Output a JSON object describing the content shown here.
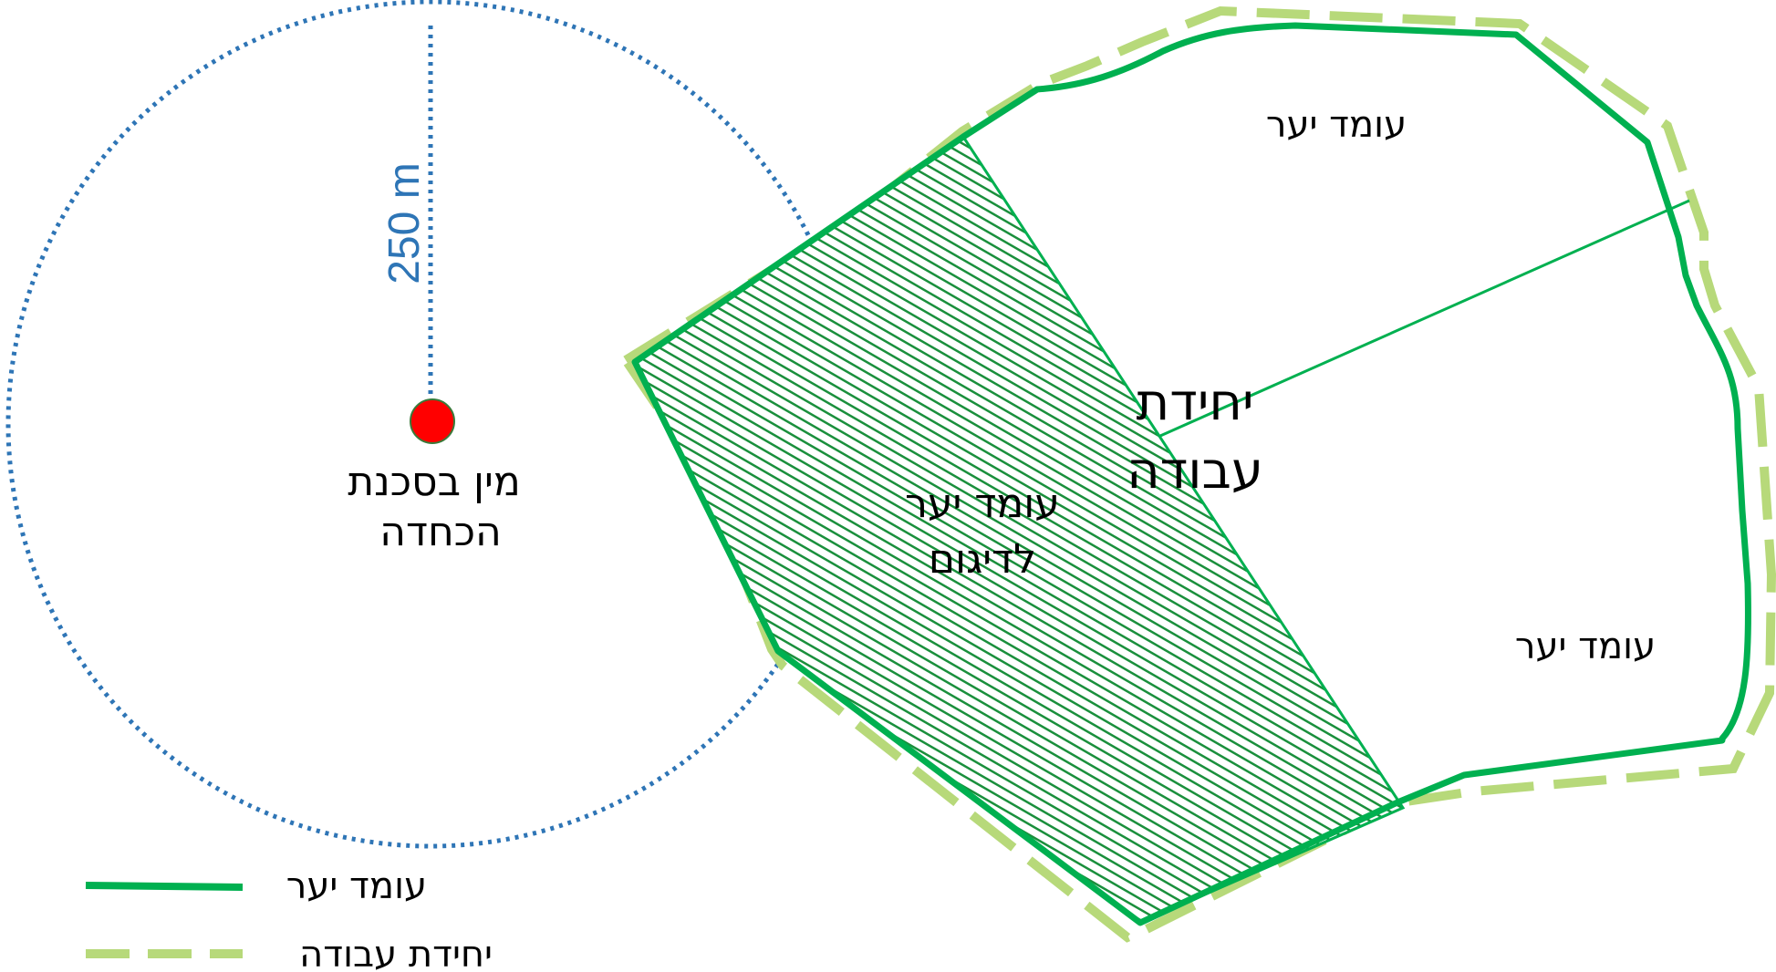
{
  "colors": {
    "stand_line": "#00b050",
    "work_unit_line": "#b7d97a",
    "buffer_circle": "#2e75b6",
    "mine_point": "#ff0000",
    "hatch": "#1a8f3c"
  },
  "radius_label": "250 m",
  "mine_label": {
    "line1": "מין בסכנת",
    "line2": "הכחדה"
  },
  "stand_labels": {
    "top": "עומד יער",
    "bottom_right": "עומד יער",
    "sampling_line1": "עומד יער",
    "sampling_line2": "לדיגום"
  },
  "work_unit_label": {
    "line1": "יחידת",
    "line2": "עבודה"
  },
  "legend": {
    "items": [
      {
        "label": "עומד יער",
        "line_style": "solid",
        "color": "#00b050",
        "icon": "solid-line-swatch"
      },
      {
        "label": "יחידת עבודה",
        "line_style": "dashed",
        "color": "#b7d97a",
        "icon": "dashed-line-swatch"
      }
    ]
  }
}
